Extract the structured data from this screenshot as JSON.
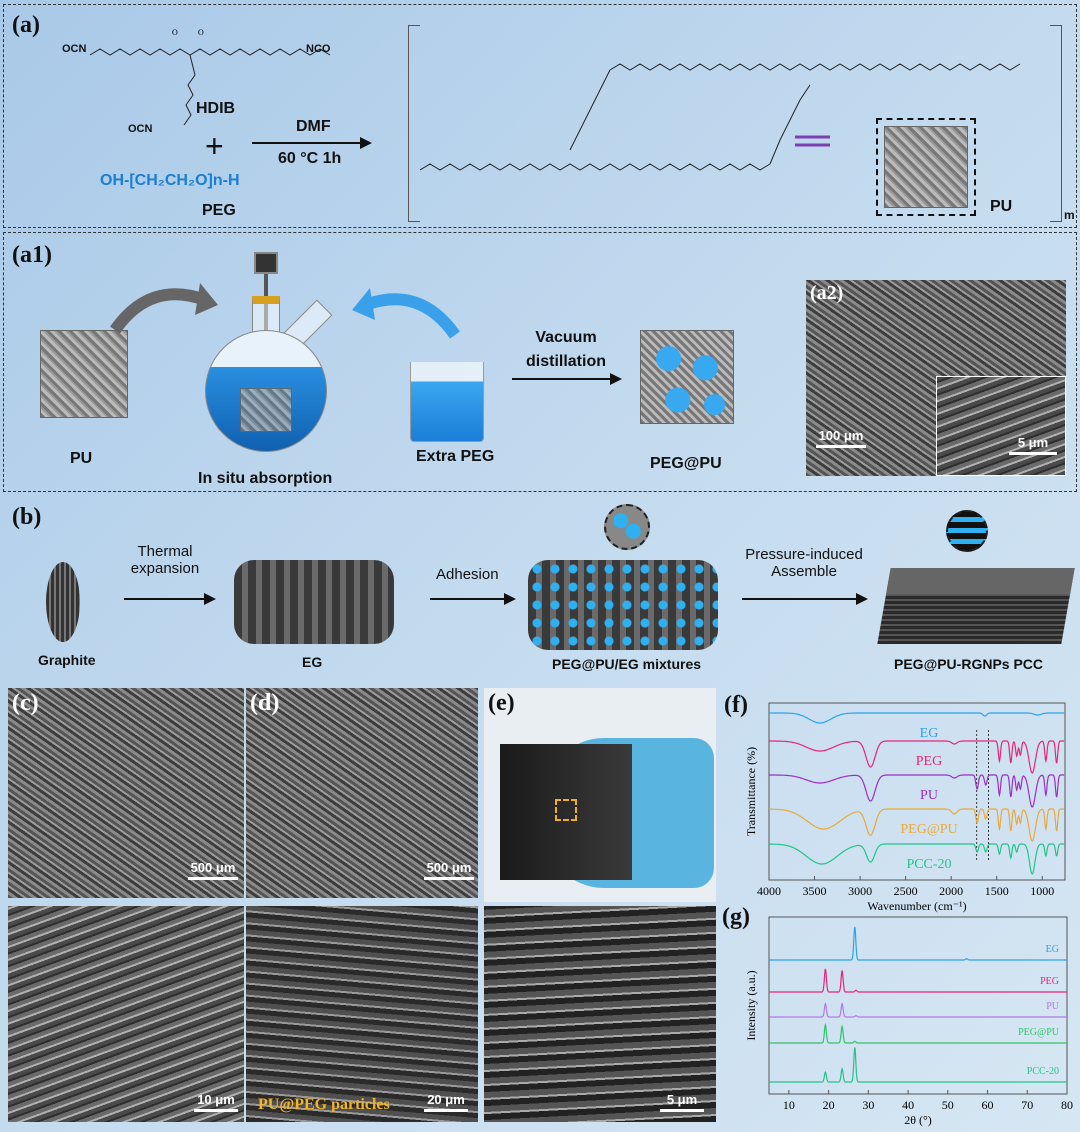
{
  "panel_a": {
    "label": "(a)",
    "hdib": "HDIB",
    "ocn1": "OCN",
    "nco": "NCO",
    "ocn2": "OCN",
    "plus": "+",
    "peg_formula": "OH-[CH₂CH₂O]n-H",
    "peg": "PEG",
    "solvent": "DMF",
    "conditions": "60 °C  1h",
    "product": "PU",
    "repeat": "m"
  },
  "panel_a1": {
    "label": "(a1)",
    "pu": "PU",
    "absorption": "In situ absorption",
    "extra_peg": "Extra PEG",
    "vacuum": "Vacuum distillation",
    "pegpu": "PEG@PU"
  },
  "panel_a2": {
    "label": "(a2)",
    "scale_main": "100 μm",
    "scale_inset": "5 μm"
  },
  "panel_b": {
    "label": "(b)",
    "graphite": "Graphite",
    "thermal": "Thermal expansion",
    "eg": "EG",
    "adhesion": "Adhesion",
    "mixture": "PEG@PU/EG  mixtures",
    "pressure": "Pressure-induced Assemble",
    "pcc": "PEG@PU-RGNPs PCC"
  },
  "panel_c": {
    "label": "(c)",
    "scale_top": "500 μm",
    "scale_bottom": "10 μm"
  },
  "panel_d": {
    "label": "(d)",
    "scale_top": "500 μm",
    "scale_bottom": "20 μm",
    "particles": "PU@PEG particles"
  },
  "panel_e": {
    "label": "(e)",
    "scale_bottom": "5 μm"
  },
  "colors": {
    "EG": "#2aa3e8",
    "PEG": "#e8247a",
    "PU": "#9b2fc4",
    "PEG@PU": "#e8a93a",
    "PCC-20": "#22c489",
    "PU_xrd": "#b07be0",
    "PEG@PU_xrd": "#2fc46a"
  },
  "chart_data": [
    {
      "panel": "(f)",
      "type": "line",
      "xlabel": "Wavenumber (cm⁻¹)",
      "ylabel": "Transmittance (%)",
      "xlim": [
        4000,
        750
      ],
      "xticks": [
        4000,
        3500,
        3000,
        2500,
        2000,
        1500,
        1000
      ],
      "reference_lines": [
        1720,
        1590
      ],
      "series": [
        {
          "name": "EG",
          "peaks": [
            [
              3440,
              10,
              120
            ],
            [
              1630,
              3,
              20
            ],
            [
              1050,
              2,
              40
            ]
          ]
        },
        {
          "name": "PEG",
          "peaks": [
            [
              3440,
              10,
              150
            ],
            [
              2885,
              26,
              50
            ],
            [
              1965,
              3,
              30
            ],
            [
              1470,
              20,
              12
            ],
            [
              1345,
              22,
              12
            ],
            [
              1280,
              15,
              12
            ],
            [
              1240,
              14,
              12
            ],
            [
              1110,
              32,
              35
            ],
            [
              960,
              20,
              12
            ],
            [
              842,
              22,
              12
            ]
          ]
        },
        {
          "name": "PU",
          "peaks": [
            [
              3440,
              8,
              150
            ],
            [
              2885,
              26,
              50
            ],
            [
              1965,
              3,
              30
            ],
            [
              1715,
              14,
              14
            ],
            [
              1620,
              10,
              14
            ],
            [
              1470,
              20,
              12
            ],
            [
              1345,
              22,
              12
            ],
            [
              1280,
              15,
              12
            ],
            [
              1240,
              14,
              12
            ],
            [
              1110,
              32,
              35
            ],
            [
              960,
              20,
              12
            ],
            [
              842,
              22,
              12
            ]
          ]
        },
        {
          "name": "PEG@PU",
          "peaks": [
            [
              3400,
              20,
              180
            ],
            [
              2885,
              26,
              50
            ],
            [
              1965,
              5,
              30
            ],
            [
              1715,
              14,
              14
            ],
            [
              1620,
              10,
              14
            ],
            [
              1470,
              20,
              12
            ],
            [
              1345,
              22,
              12
            ],
            [
              1280,
              15,
              12
            ],
            [
              1240,
              14,
              12
            ],
            [
              1110,
              32,
              35
            ],
            [
              960,
              20,
              12
            ],
            [
              842,
              22,
              12
            ]
          ]
        },
        {
          "name": "PCC-20",
          "peaks": [
            [
              3420,
              20,
              170
            ],
            [
              2885,
              18,
              45
            ],
            [
              1715,
              8,
              14
            ],
            [
              1620,
              8,
              14
            ],
            [
              1470,
              10,
              12
            ],
            [
              1345,
              14,
              12
            ],
            [
              1280,
              8,
              12
            ],
            [
              1110,
              30,
              30
            ],
            [
              960,
              12,
              12
            ],
            [
              842,
              12,
              12
            ]
          ]
        }
      ]
    },
    {
      "panel": "(g)",
      "type": "line",
      "xlabel": "2θ (°)",
      "ylabel": "Intensity (a.u.)",
      "xlim": [
        5,
        80
      ],
      "xticks": [
        10,
        20,
        30,
        40,
        50,
        60,
        70,
        80
      ],
      "series": [
        {
          "name": "EG",
          "peaks": [
            [
              26.6,
              100
            ],
            [
              54.7,
              4
            ]
          ]
        },
        {
          "name": "PEG",
          "peaks": [
            [
              19.2,
              70
            ],
            [
              23.4,
              65
            ],
            [
              26.9,
              5
            ]
          ]
        },
        {
          "name": "PU",
          "peaks": [
            [
              19.2,
              40
            ],
            [
              23.4,
              40
            ],
            [
              26.9,
              4
            ]
          ]
        },
        {
          "name": "PEG@PU",
          "peaks": [
            [
              19.2,
              55
            ],
            [
              23.4,
              50
            ],
            [
              26.6,
              5
            ]
          ]
        },
        {
          "name": "PCC-20",
          "peaks": [
            [
              19.2,
              30
            ],
            [
              23.4,
              40
            ],
            [
              26.6,
              105
            ]
          ]
        }
      ]
    }
  ]
}
